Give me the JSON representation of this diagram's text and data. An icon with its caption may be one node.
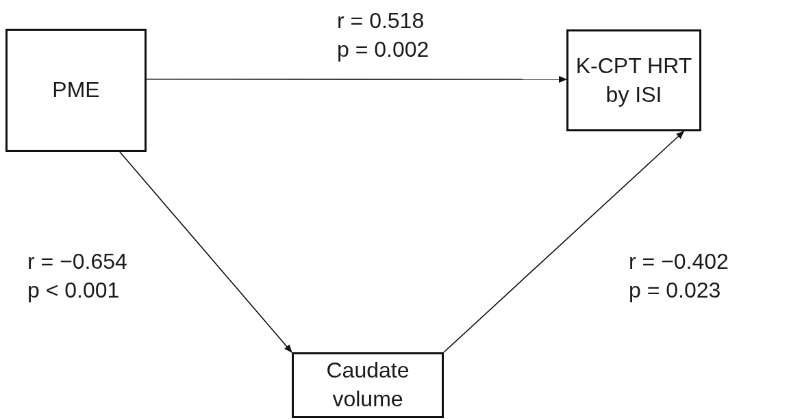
{
  "diagram": {
    "nodes": [
      {
        "text": [
          "PME"
        ]
      },
      {
        "text": [
          "K-CPT HRT by ISI"
        ]
      },
      {
        "text": [
          "Caudate volume"
        ]
      }
    ],
    "edges": [
      {
        "from": 0,
        "to": 1,
        "arrow": "to",
        "label": "r = 0.518 p = 0.002"
      },
      {
        "from": 0,
        "to": 2,
        "arrow": "to",
        "label": "r = −0.654 p < 0.001"
      },
      {
        "from": 2,
        "to": 1,
        "arrow": "to",
        "label": "r = −0.402 p = 0.023"
      }
    ]
  }
}
